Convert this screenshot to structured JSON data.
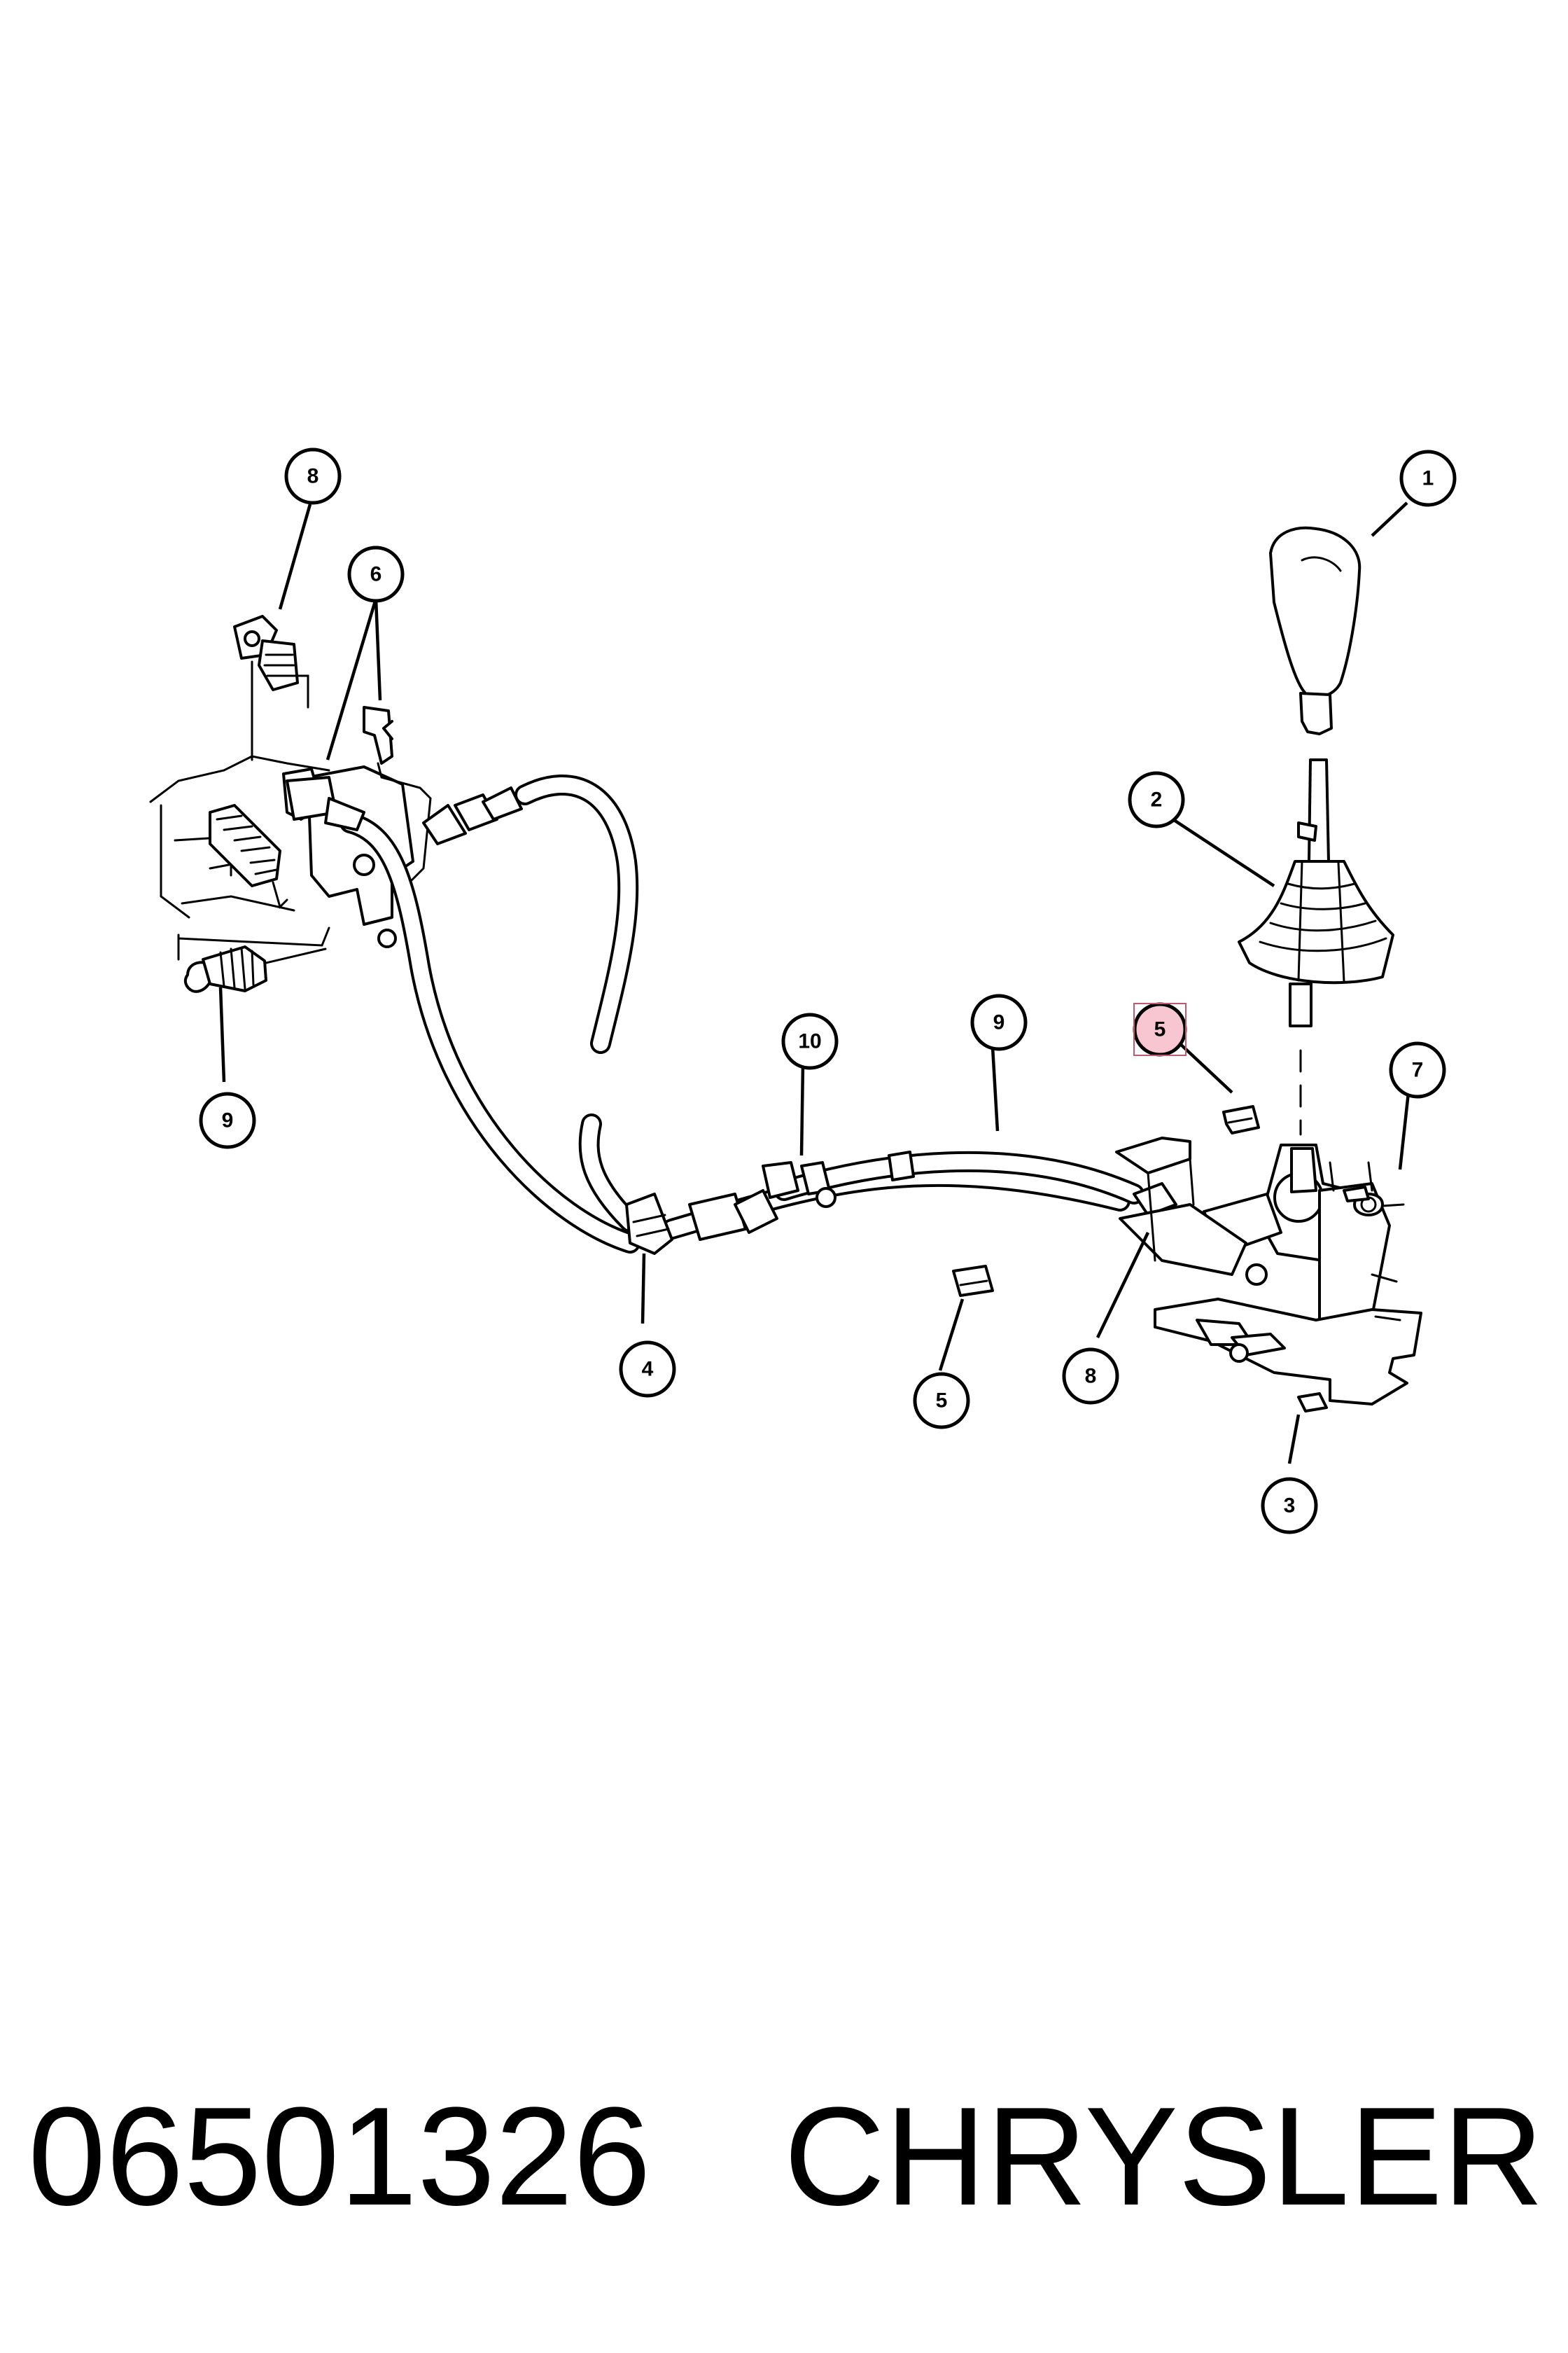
{
  "caption": {
    "part_number": "06501326",
    "brand": "CHRYSLER"
  },
  "highlight_color": "#f7c6d0",
  "callouts": [
    {
      "id": "1",
      "label": "1"
    },
    {
      "id": "2",
      "label": "2"
    },
    {
      "id": "3",
      "label": "3"
    },
    {
      "id": "4",
      "label": "4"
    },
    {
      "id": "5a",
      "label": "5",
      "highlighted": true
    },
    {
      "id": "5b",
      "label": "5"
    },
    {
      "id": "6",
      "label": "6"
    },
    {
      "id": "7",
      "label": "7"
    },
    {
      "id": "8a",
      "label": "8"
    },
    {
      "id": "8b",
      "label": "8"
    },
    {
      "id": "9a",
      "label": "9"
    },
    {
      "id": "9b",
      "label": "9"
    },
    {
      "id": "10",
      "label": "10"
    }
  ]
}
